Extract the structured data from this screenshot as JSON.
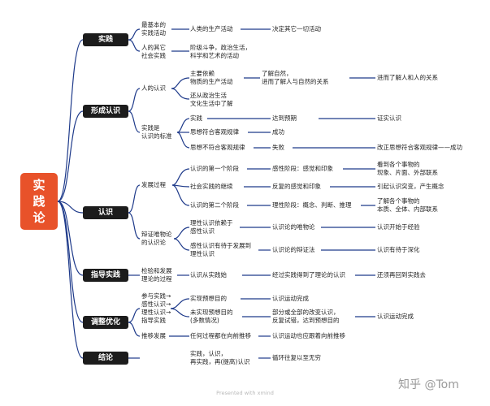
{
  "root": "实践论",
  "sections": {
    "practice": "实践",
    "formation": "形成认识",
    "cognition": "认识",
    "guide": "指导实践",
    "adjust": "调整优化",
    "conclusion": "结论"
  },
  "practice": {
    "basic_label": "最基本的\n实践活动",
    "basic_item": "人类的生产活动",
    "basic_result": "决定其它一切活动",
    "other_label": "人的其它\n社会实践",
    "other_item": "阶级斗争，政治生活，\n科学和艺术的活动"
  },
  "formation": {
    "human_cog": "人的认识",
    "main_rely": "主要依赖\n物质的生产活动",
    "main_result": "了解自然，\n进而了解人与自然的关系",
    "main_result2": "进而了解人和人的关系",
    "also": "还从政治生活\n文化生活中了解",
    "criterion": "实践是\n认识的标准",
    "practice": "实践",
    "reach": "达到预期",
    "verify": "证实认识",
    "thought_match": "思想符合客观规律",
    "success": "成功",
    "thought_nomatch": "思想不符合客观规律",
    "failure": "失败",
    "correct": "改正思想符合客观规律——成功"
  },
  "cognition": {
    "process": "发展过程",
    "stage1": "认识的第一个阶段",
    "sense": "感性阶段：感觉和印象",
    "sense_see": "看到各个事物的\n现象、片面、外部联系",
    "social": "社会实践的继续",
    "repeat": "反复的感觉和印象",
    "leap": "引起认识突变，产生概念",
    "stage2": "认识的第二个阶段",
    "rational": "理性阶段：概念、判断、推理",
    "rational_know": "了解各个事物的\n本质、全体、内部联系",
    "dialectic": "辩证唯物论\n的认识论",
    "rely_sense": "理性认识依赖于\n感性认识",
    "materialism": "认识论的唯物论",
    "start": "认识开始于经验",
    "to_be_dev": "感性认识有待于发展到\n理性认识",
    "dialectics": "认识论的辩证法",
    "deepen": "认识有待于深化"
  },
  "guide": {
    "test": "检验和发展\n理论的过程",
    "from_cog": "认识从实践始",
    "through": "经过实践得到了理论的认识",
    "back": "还须再回到实践去"
  },
  "adjust": {
    "participants": "参与实践→\n感性认识→\n理性认识→\n指导实践",
    "achieve": "实现预想目的",
    "complete": "认识运动完成",
    "not_achieve": "未实现预想目的\n(多数情况)",
    "partial": "部分或全部的改变认识，\n反复试错，达到预想目的",
    "complete2": "认识运动完成",
    "promote": "推移发展",
    "any": "任何过程都在向前推移",
    "forward": "认识运动也应跟着向前推移"
  },
  "conclusion": {
    "text": "实践，认识，\n再实践，再(提高)认识",
    "loop": "循环往复以至无穷"
  },
  "watermark": "知乎 @Tom",
  "footer": "Presented with xmind",
  "colors": {
    "root": "#e8522a",
    "section": "#1c1c1c",
    "line": "#1e3a8a"
  }
}
